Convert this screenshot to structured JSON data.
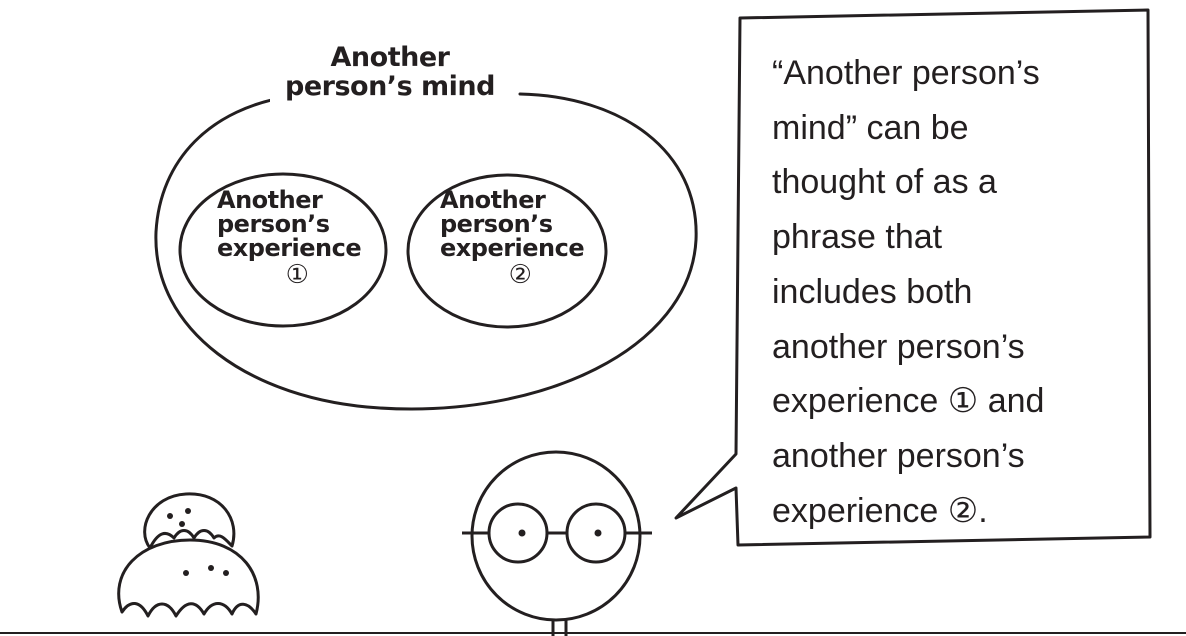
{
  "diagram": {
    "outer_title_line1": "Another",
    "outer_title_line2": "person’s mind",
    "inner_left": {
      "line1": "Another",
      "line2": "person’s",
      "line3": "experience",
      "number": "①"
    },
    "inner_right": {
      "line1": "Another",
      "line2": "person’s",
      "line3": "experience",
      "number": "②"
    }
  },
  "speech_bubble": {
    "text": "“Another person’s\nmind” can be\nthought of as a\nphrase that\nincludes both\nanother person’s\nexperience ① and\nanother person’s\nexperience ②."
  },
  "colors": {
    "ink": "#231f20",
    "background": "#ffffff"
  }
}
